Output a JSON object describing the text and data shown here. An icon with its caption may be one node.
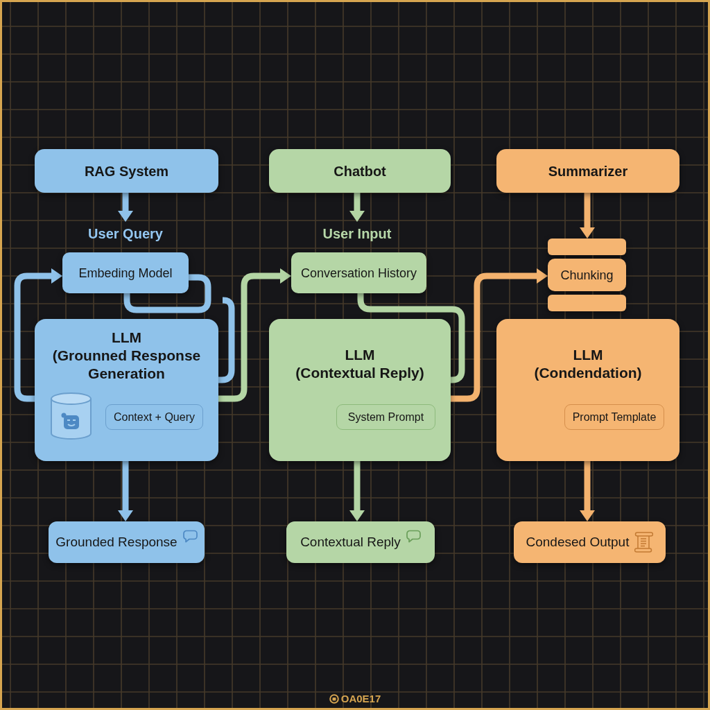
{
  "diagram": {
    "nodes": [
      {
        "text": [
          "RAG System"
        ]
      },
      {
        "text": [
          "User Query"
        ]
      },
      {
        "text": [
          "Embeding Model"
        ]
      },
      {
        "text": [
          "LLM",
          "(Grounned Response Generation"
        ]
      },
      {
        "text": [
          "Context + Query"
        ],
        "in": 3
      },
      {
        "text": [
          "Grounded Response"
        ]
      },
      {
        "text": [
          "Chatbot"
        ]
      },
      {
        "text": [
          "User Input"
        ]
      },
      {
        "text": [
          "Conversation History"
        ]
      },
      {
        "text": [
          "LLM",
          "(Contextual Reply)"
        ]
      },
      {
        "text": [
          "System Prompt"
        ],
        "in": 9
      },
      {
        "text": [
          "Contextual Reply"
        ]
      },
      {
        "text": [
          "Summarizer"
        ]
      },
      {
        "text": [],
        "shape": "bar"
      },
      {
        "text": [
          "Chunking"
        ]
      },
      {
        "text": [],
        "shape": "bar"
      },
      {
        "text": [
          "LLM",
          "(Condendation)"
        ]
      },
      {
        "text": [
          "Prompt Template"
        ],
        "in": 16
      },
      {
        "text": [
          "Condesed Output"
        ]
      }
    ],
    "edges": [
      {
        "from": 0,
        "to": 1,
        "arrow": "to"
      },
      {
        "from": 3,
        "to": 2,
        "arrow": "to"
      },
      {
        "from": 2,
        "to": 2,
        "arrow": "none"
      },
      {
        "from": 3,
        "to": null,
        "arrow": "none"
      },
      {
        "from": 3,
        "to": 5,
        "arrow": "to"
      },
      {
        "from": 6,
        "to": 7,
        "arrow": "to",
        "color": "#b3d5a4"
      },
      {
        "from": 3,
        "to": 8,
        "arrow": "to",
        "color": "#b3d5a4"
      },
      {
        "from": 8,
        "to": 9,
        "arrow": "none",
        "color": "#b3d5a4"
      },
      {
        "from": 9,
        "to": 11,
        "arrow": "to",
        "color": "#b3d5a4"
      },
      {
        "from": 12,
        "to": 13,
        "arrow": "to",
        "color": "#f3b26e"
      },
      {
        "from": 9,
        "to": 14,
        "arrow": "to",
        "color": "#f3b26e"
      },
      {
        "from": 16,
        "to": 18,
        "arrow": "to",
        "color": "#f3b26e"
      }
    ],
    "labels": [
      "OA0E17"
    ]
  }
}
